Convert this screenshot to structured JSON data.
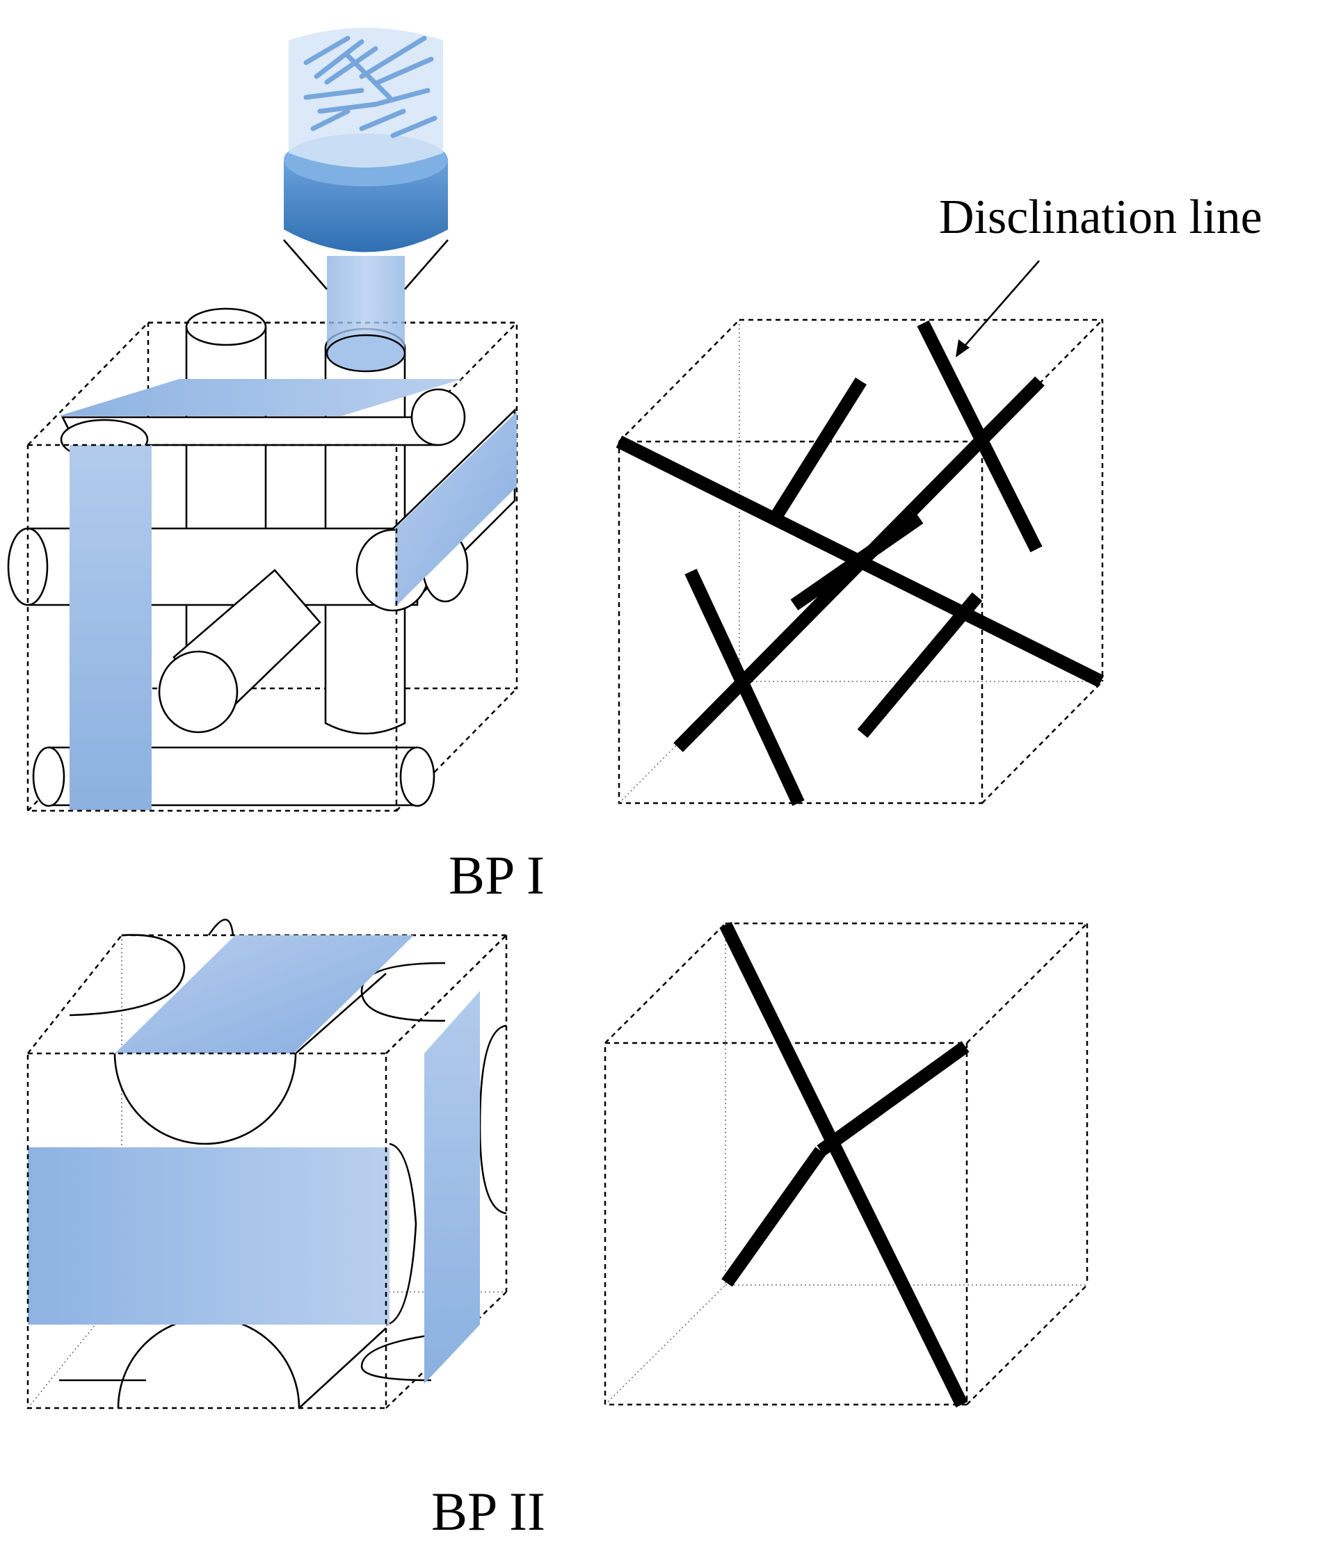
{
  "labels": {
    "disclination_line": "Disclination line",
    "bp1": "BP I",
    "bp2": "BP II"
  },
  "colors": {
    "slab_blue": "#8fb5e3",
    "slab_blue_light": "#b6cdec",
    "cylinder_blue": "#4a86c8",
    "line": "#000000",
    "background": "#ffffff"
  },
  "panels": [
    {
      "name": "BP I double-twist cylinder lattice"
    },
    {
      "name": "BP I disclination network"
    },
    {
      "name": "BP II double-twist cylinder lattice"
    },
    {
      "name": "BP II disclination network"
    }
  ]
}
